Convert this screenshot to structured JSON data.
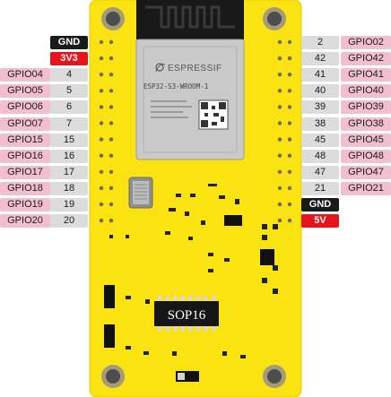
{
  "module": {
    "brand": "ESPRESSIF",
    "model": "ESP32-S3-WROOM-1",
    "chip_label": "SOP16"
  },
  "colors": {
    "board": "#fbe312",
    "gpio_bg": "#f2bfd0",
    "num_bg": "#dcdcdc",
    "gnd_bg": "#1a1a1a",
    "power_bg": "#e6141b"
  },
  "left_pins": [
    {
      "name": "GND",
      "num": "",
      "kind": "gnd"
    },
    {
      "name": "3V3",
      "num": "",
      "kind": "power"
    },
    {
      "name": "GPIO04",
      "num": "4",
      "kind": "gpio"
    },
    {
      "name": "GPIO05",
      "num": "5",
      "kind": "gpio"
    },
    {
      "name": "GPIO06",
      "num": "6",
      "kind": "gpio"
    },
    {
      "name": "GPIO07",
      "num": "7",
      "kind": "gpio"
    },
    {
      "name": "GPIO15",
      "num": "15",
      "kind": "gpio"
    },
    {
      "name": "GPIO16",
      "num": "16",
      "kind": "gpio"
    },
    {
      "name": "GPIO17",
      "num": "17",
      "kind": "gpio"
    },
    {
      "name": "GPIO18",
      "num": "18",
      "kind": "gpio"
    },
    {
      "name": "GPIO19",
      "num": "19",
      "kind": "gpio"
    },
    {
      "name": "GPIO20",
      "num": "20",
      "kind": "gpio"
    }
  ],
  "right_pins": [
    {
      "name": "GPIO02",
      "num": "2",
      "kind": "gpio"
    },
    {
      "name": "GPIO42",
      "num": "42",
      "kind": "gpio"
    },
    {
      "name": "GPIO41",
      "num": "41",
      "kind": "gpio"
    },
    {
      "name": "GPIO40",
      "num": "40",
      "kind": "gpio"
    },
    {
      "name": "GPIO39",
      "num": "39",
      "kind": "gpio"
    },
    {
      "name": "GPIO38",
      "num": "38",
      "kind": "gpio"
    },
    {
      "name": "GPIO45",
      "num": "45",
      "kind": "gpio"
    },
    {
      "name": "GPIO48",
      "num": "48",
      "kind": "gpio"
    },
    {
      "name": "GPIO47",
      "num": "47",
      "kind": "gpio"
    },
    {
      "name": "GPIO21",
      "num": "21",
      "kind": "gpio"
    },
    {
      "name": "GND",
      "num": "",
      "kind": "gnd"
    },
    {
      "name": "5V",
      "num": "",
      "kind": "power"
    }
  ]
}
